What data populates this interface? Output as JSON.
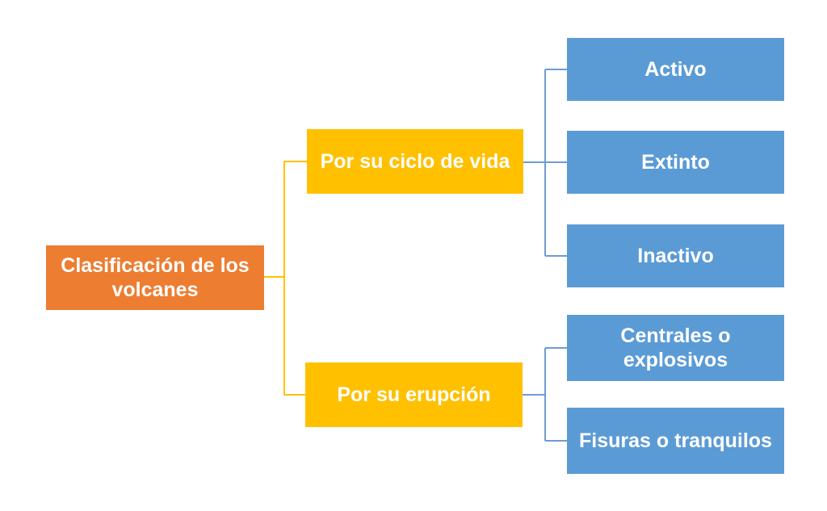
{
  "diagram": {
    "root": {
      "label": "Clasificación de los volcanes"
    },
    "branches": [
      {
        "label": "Por su ciclo de vida",
        "children": [
          {
            "label": "Activo"
          },
          {
            "label": "Extinto"
          },
          {
            "label": "Inactivo"
          }
        ]
      },
      {
        "label": "Por su erupción",
        "children": [
          {
            "label": "Centrales o explosivos"
          },
          {
            "label": "Fisuras o tranquilos"
          }
        ]
      }
    ]
  },
  "colors": {
    "root_fill": "#ED7D31",
    "branch_fill": "#FFC000",
    "leaf_fill": "#5B9BD5",
    "connector_left": "#FFC000",
    "connector_right": "#6E9CD2",
    "text": "#FFFFFF",
    "background": "#FFFFFF"
  }
}
